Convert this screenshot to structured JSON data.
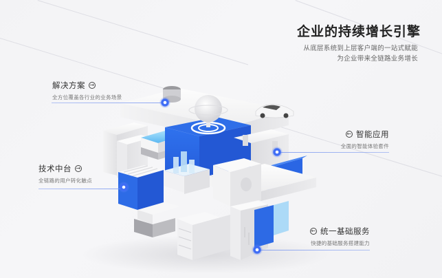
{
  "header": {
    "title": "企业的持续增长引擎",
    "subtitle_lines": [
      "从底层系统到上层客户端的一站式赋能",
      "为企业带来全链路业务增长"
    ]
  },
  "callouts": [
    {
      "title": "解决方案",
      "description": "全方位覆盖各行业的业务场景",
      "icon": "circle-arrow-right-icon",
      "side": "left"
    },
    {
      "title": "技术中台",
      "description": "全链路的用户转化触点",
      "icon": "circle-arrow-right-icon",
      "side": "left"
    },
    {
      "title": "智能应用",
      "description": "全面的智能体验套件",
      "icon": "circle-arrow-left-icon",
      "side": "right"
    },
    {
      "title": "统一基础服务",
      "description": "快捷的基础服务搭建能力",
      "icon": "circle-arrow-left-icon",
      "side": "right"
    }
  ],
  "icons": {
    "arrow_right": "→",
    "arrow_left": "←"
  },
  "colors": {
    "accent_blue": "#2f6ee8",
    "light_blue": "#7fc6f5",
    "background": "#f4f4f6",
    "text_dark": "#222222",
    "text_muted": "#777777"
  }
}
